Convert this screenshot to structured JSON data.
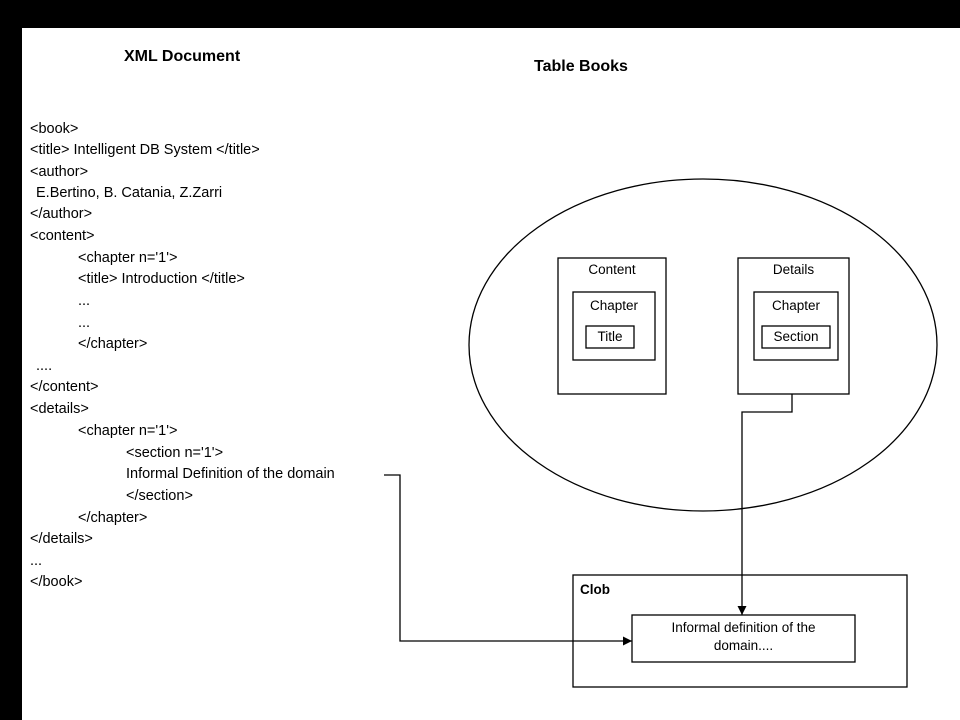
{
  "xml_document": {
    "title": "XML Document",
    "lines": [
      "<book>",
      "<title> Intelligent DB System </title>",
      "<author>",
      "E.Bertino, B. Catania, Z.Zarri",
      "</author>",
      "<content>",
      "<chapter n='1'>",
      "<title> Introduction </title>",
      "...",
      "...",
      "</chapter>",
      "....",
      "</content>",
      "<details>",
      "<chapter n='1'>",
      "<section n='1'>",
      "Informal Definition of the domain",
      "</section>",
      "</chapter>",
      "</details>",
      "...",
      "</book>"
    ]
  },
  "table_books": {
    "title": "Table Books",
    "content_label": "Content",
    "content_chapter_label": "Chapter",
    "content_title_label": "Title",
    "details_label": "Details",
    "details_chapter_label": "Chapter",
    "details_section_label": "Section"
  },
  "clob": {
    "label": "Clob",
    "text_line1": "Informal definition of the",
    "text_line2": "domain...."
  }
}
